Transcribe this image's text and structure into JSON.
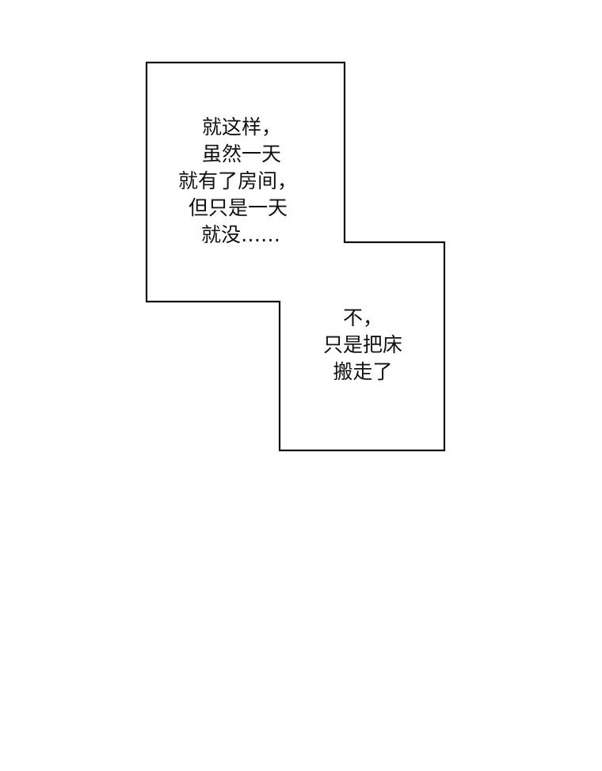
{
  "captions": {
    "first": {
      "lines": [
        "就这样，",
        "虽然一天",
        "就有了房间，",
        "但只是一天",
        "就没……"
      ]
    },
    "second": {
      "lines": [
        "不，",
        "只是把床",
        "搬走了"
      ]
    }
  },
  "colors": {
    "background": "#ffffff",
    "border": "#111111",
    "text": "#111111"
  }
}
